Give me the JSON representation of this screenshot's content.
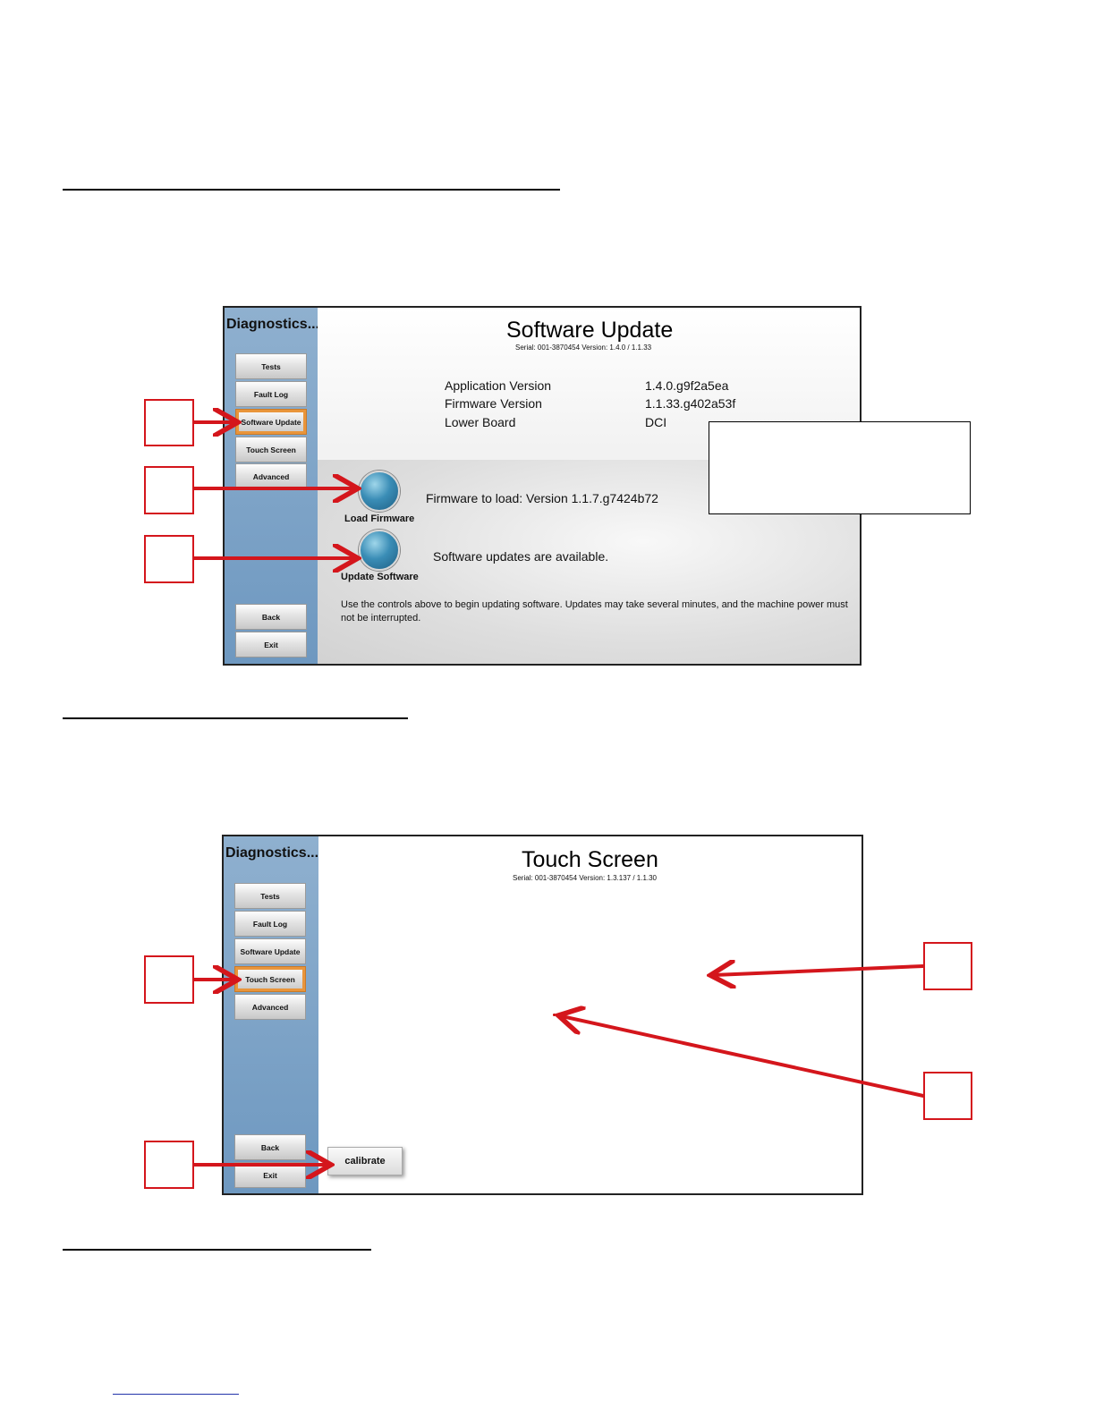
{
  "software_update_screen": {
    "sidebar_title": "Diagnostics...",
    "nav": [
      "Tests",
      "Fault Log",
      "Software Update",
      "Touch Screen",
      "Advanced"
    ],
    "back_label": "Back",
    "exit_label": "Exit",
    "title": "Software Update",
    "serial_line": "Serial: 001-3870454   Version: 1.4.0 / 1.1.33",
    "info_rows": [
      {
        "label": "Application Version",
        "value": "1.4.0.g9f2a5ea"
      },
      {
        "label": "Firmware Version",
        "value": "1.1.33.g402a53f"
      },
      {
        "label": "Lower Board",
        "value": "DCI"
      }
    ],
    "load_firmware_label": "Load Firmware",
    "firmware_to_load": "Firmware to load: Version 1.1.7.g7424b72",
    "update_software_label": "Update Software",
    "updates_available": "Software updates are available.",
    "note": "Use the controls above to begin updating software.  Updates may take several minutes, and the machine power must not be interrupted.",
    "active_nav": "Software Update"
  },
  "touch_screen_screen": {
    "sidebar_title": "Diagnostics...",
    "nav": [
      "Tests",
      "Fault Log",
      "Software Update",
      "Touch Screen",
      "Advanced"
    ],
    "back_label": "Back",
    "exit_label": "Exit",
    "title": "Touch Screen",
    "serial_line": "Serial: 001-3870454   Version: 1.3.137 / 1.1.30",
    "calibrate_label": "calibrate",
    "active_nav": "Touch Screen"
  },
  "colors": {
    "callout_red": "#d4161c",
    "sidebar_blue": "#7aa2c8",
    "active_outline": "#e9953b"
  }
}
